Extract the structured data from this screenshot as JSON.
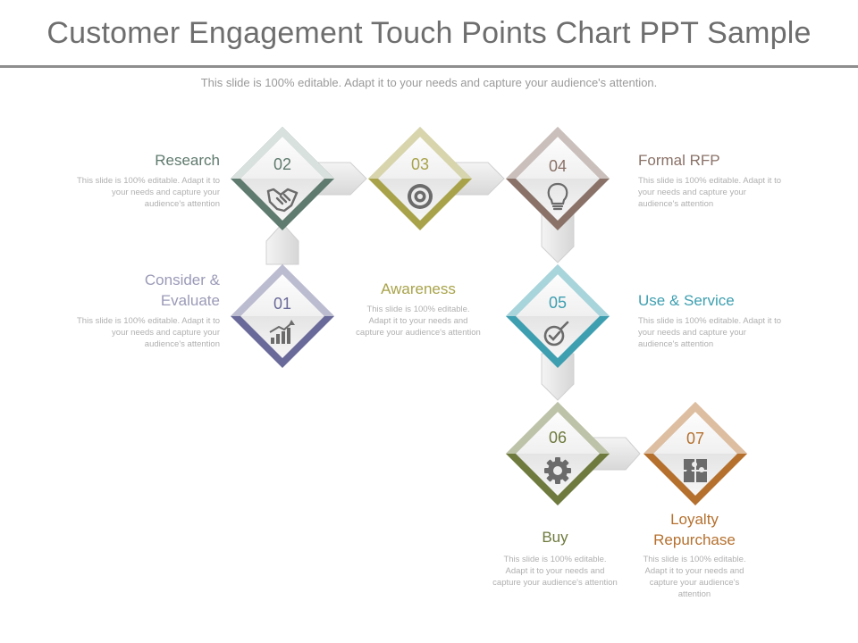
{
  "title": "Customer Engagement Touch Points Chart PPT Sample",
  "subtitle": "This slide is 100% editable. Adapt it to your needs and capture your audience's attention.",
  "steps": [
    {
      "num": "01",
      "label_line1": "Consider &",
      "label_line2": "Evaluate",
      "desc": "This slide is 100% editable. Adapt it to your needs and capture your audience's attention",
      "color": "#6a6a9a",
      "icon": "growth-chart-icon"
    },
    {
      "num": "02",
      "label_line1": "Research",
      "label_line2": "",
      "desc": "This slide is 100% editable. Adapt it to your needs and capture your audience's attention",
      "color": "#5f7a6e",
      "icon": "handshake-icon"
    },
    {
      "num": "03",
      "label_line1": "Awareness",
      "label_line2": "",
      "desc": "This slide is 100% editable. Adapt it to your needs and capture your audience's attention",
      "color": "#a8a34a",
      "icon": "target-icon"
    },
    {
      "num": "04",
      "label_line1": "Formal RFP",
      "label_line2": "",
      "desc": "This slide is 100% editable. Adapt it to your needs and capture your audience's attention",
      "color": "#8a7268",
      "icon": "lightbulb-icon"
    },
    {
      "num": "05",
      "label_line1": "Use & Service",
      "label_line2": "",
      "desc": "This slide is 100% editable. Adapt it to your needs and capture your audience's attention",
      "color": "#3e9fb0",
      "icon": "magnifier-check-icon"
    },
    {
      "num": "06",
      "label_line1": "Buy",
      "label_line2": "",
      "desc": "This slide is 100% editable. Adapt it to your needs and capture your audience's attention",
      "color": "#6e7a3e",
      "icon": "gear-icon"
    },
    {
      "num": "07",
      "label_line1": "Loyalty",
      "label_line2": "Repurchase",
      "desc": "This slide is 100% editable. Adapt it to your needs and capture your audience's attention",
      "color": "#b5702e",
      "icon": "puzzle-icon"
    }
  ]
}
